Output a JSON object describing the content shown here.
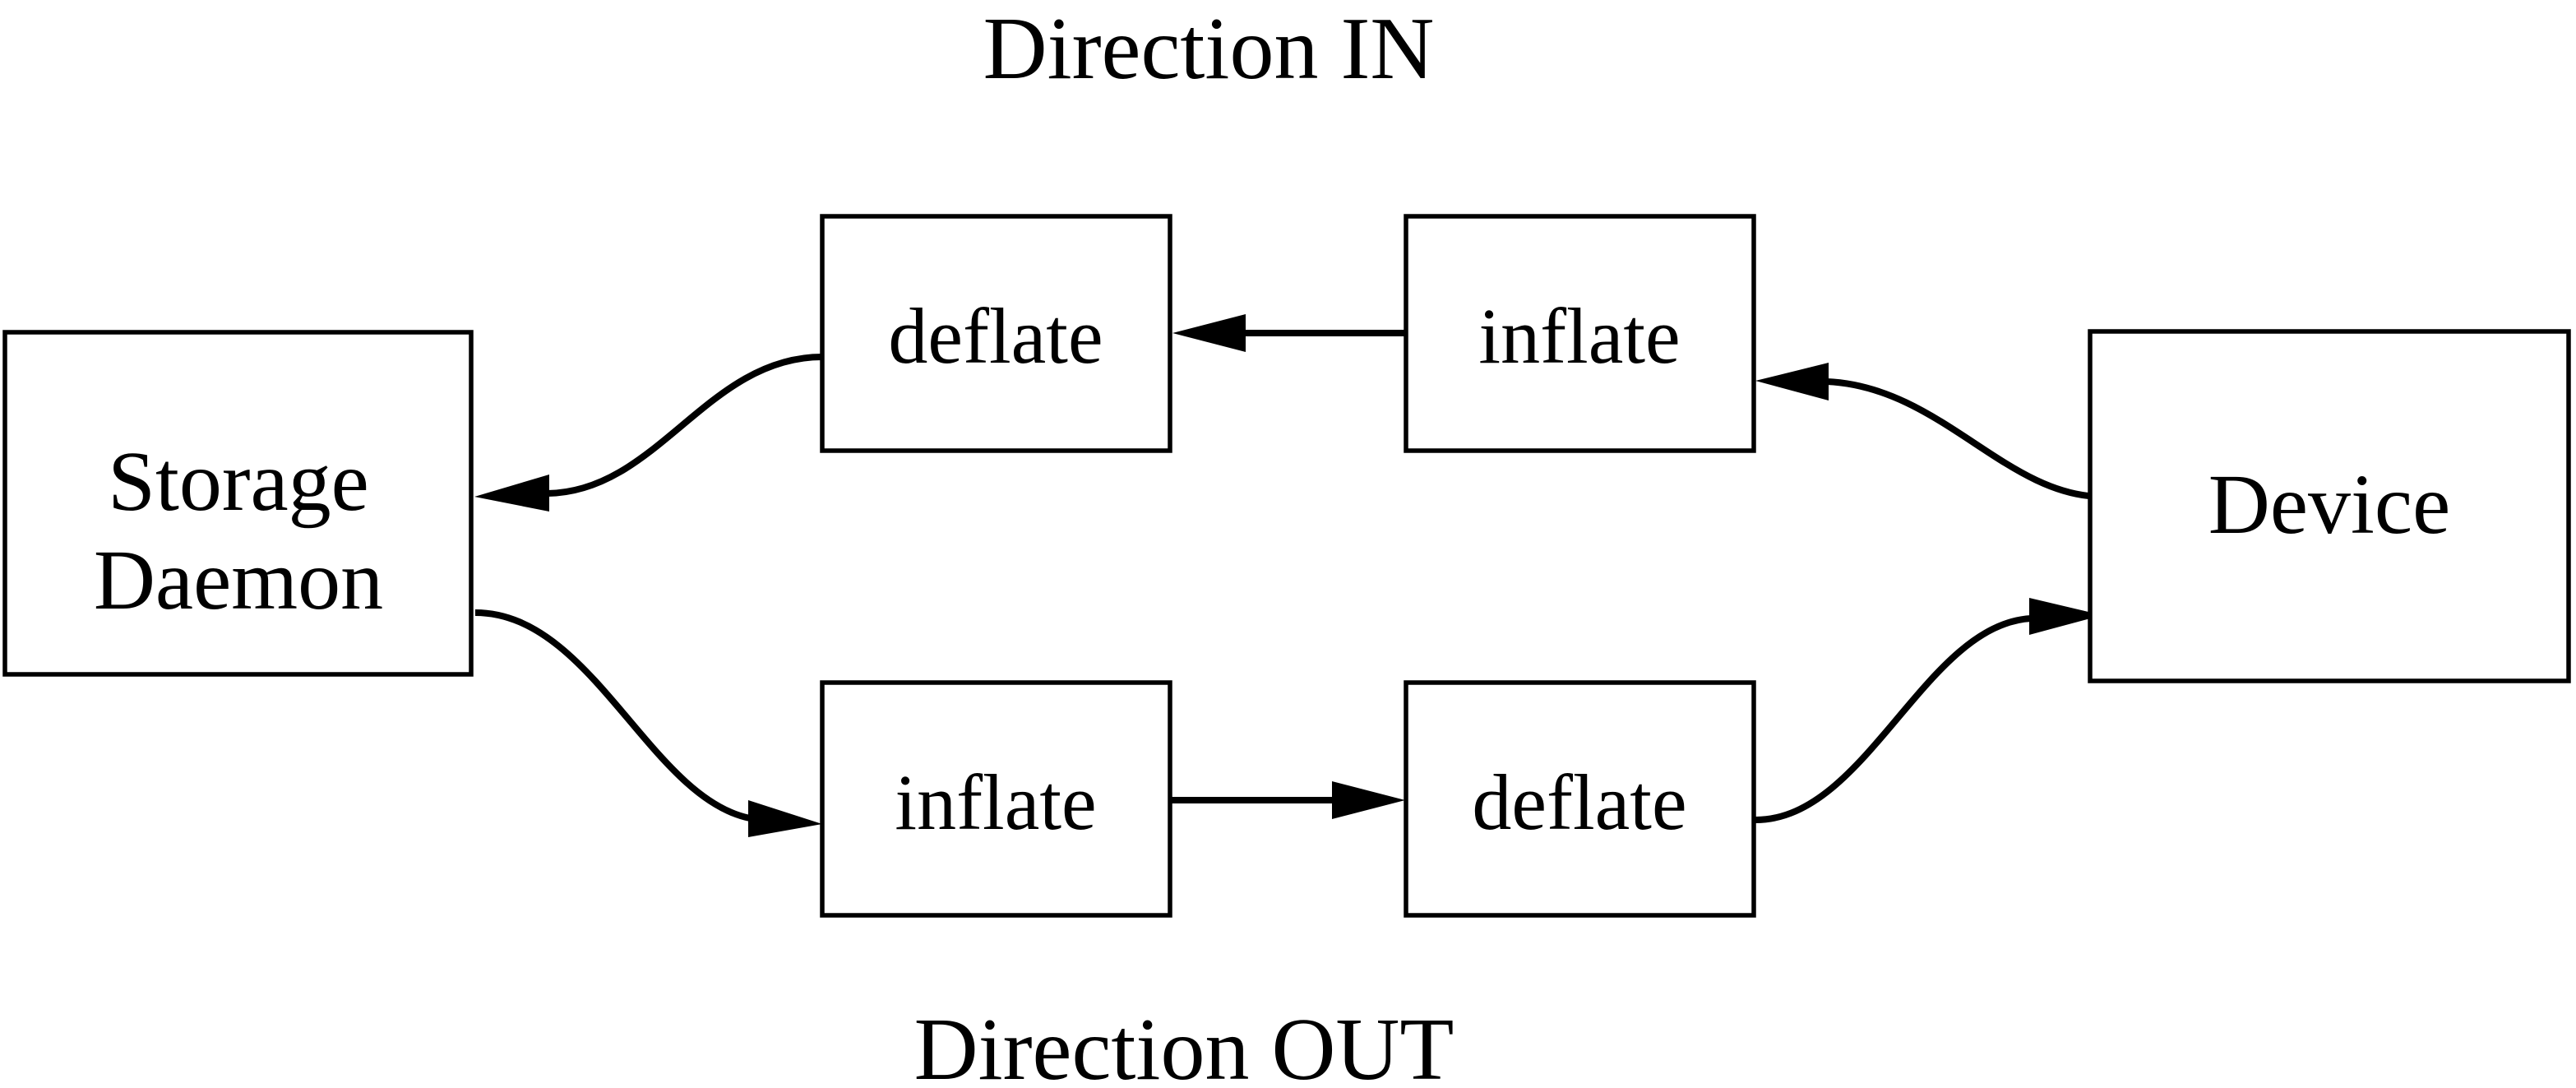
{
  "diagram": {
    "title_top": "Direction IN",
    "title_bottom": "Direction OUT",
    "stroke_color": "#000000",
    "fill_color": "#ffffff",
    "background_color": "#ffffff",
    "nodes": [
      {
        "id": "storage-daemon",
        "label_line1": "Storage",
        "label_line2": "Daemon",
        "shape": "rectangle"
      },
      {
        "id": "deflate-in",
        "label": "deflate",
        "shape": "rectangle"
      },
      {
        "id": "inflate-in",
        "label": "inflate",
        "shape": "rectangle"
      },
      {
        "id": "inflate-out",
        "label": "inflate",
        "shape": "rectangle"
      },
      {
        "id": "deflate-out",
        "label": "deflate",
        "shape": "rectangle"
      },
      {
        "id": "device",
        "label": "Device",
        "shape": "rectangle"
      }
    ],
    "edges": [
      {
        "id": "device-to-inflate-in",
        "from": "device",
        "to": "inflate-in",
        "style": "curved",
        "arrow": "end"
      },
      {
        "id": "inflate-in-to-deflate-in",
        "from": "inflate-in",
        "to": "deflate-in",
        "style": "straight",
        "arrow": "end"
      },
      {
        "id": "deflate-in-to-storage",
        "from": "deflate-in",
        "to": "storage-daemon",
        "style": "curved",
        "arrow": "end"
      },
      {
        "id": "storage-to-inflate-out",
        "from": "storage-daemon",
        "to": "inflate-out",
        "style": "curved",
        "arrow": "end"
      },
      {
        "id": "inflate-out-to-deflate-out",
        "from": "inflate-out",
        "to": "deflate-out",
        "style": "straight",
        "arrow": "end"
      },
      {
        "id": "deflate-out-to-device",
        "from": "deflate-out",
        "to": "device",
        "style": "curved",
        "arrow": "end"
      }
    ]
  }
}
